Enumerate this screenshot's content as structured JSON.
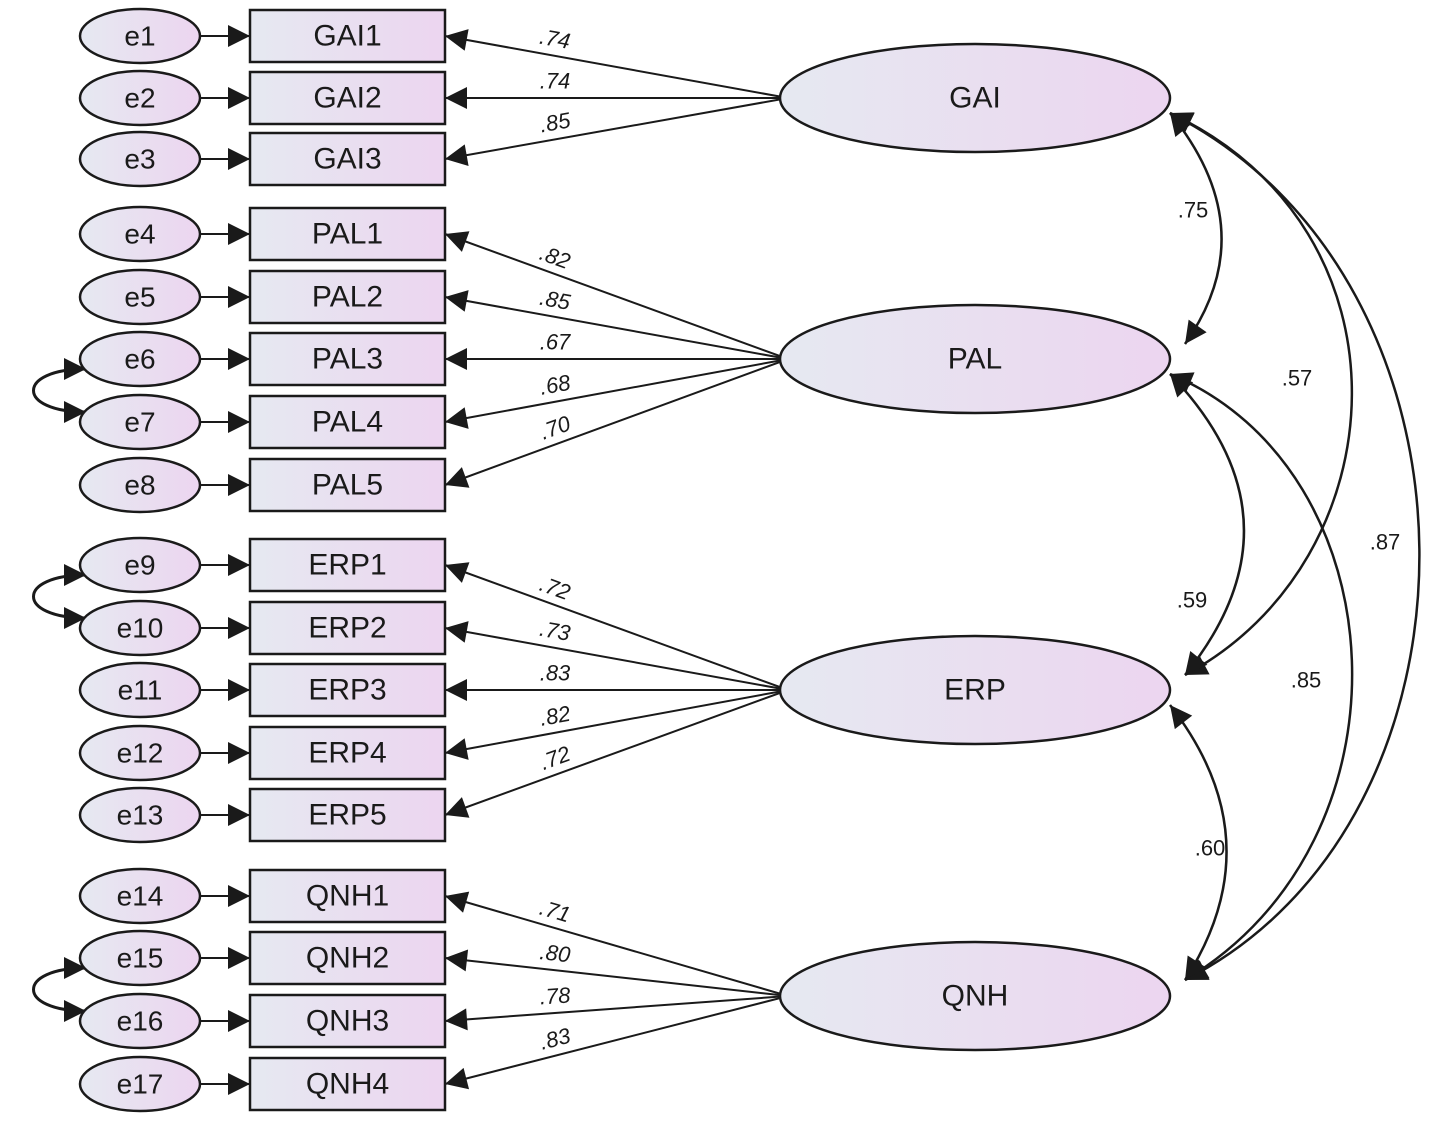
{
  "colors": {
    "fill_start": "#e6e9f1",
    "fill_end": "#ecd5f0",
    "stroke": "#1a1a1a"
  },
  "errors": [
    "e1",
    "e2",
    "e3",
    "e4",
    "e5",
    "e6",
    "e7",
    "e8",
    "e9",
    "e10",
    "e11",
    "e12",
    "e13",
    "e14",
    "e15",
    "e16",
    "e17"
  ],
  "indicators": [
    "GAI1",
    "GAI2",
    "GAI3",
    "PAL1",
    "PAL2",
    "PAL3",
    "PAL4",
    "PAL5",
    "ERP1",
    "ERP2",
    "ERP3",
    "ERP4",
    "ERP5",
    "QNH1",
    "QNH2",
    "QNH3",
    "QNH4"
  ],
  "latents": [
    {
      "name": "GAI",
      "loadings": [
        ".74",
        ".74",
        ".85"
      ]
    },
    {
      "name": "PAL",
      "loadings": [
        ".82",
        ".85",
        ".67",
        ".68",
        ".70"
      ]
    },
    {
      "name": "ERP",
      "loadings": [
        ".72",
        ".73",
        ".83",
        ".82",
        ".72"
      ]
    },
    {
      "name": "QNH",
      "loadings": [
        ".71",
        ".80",
        ".78",
        ".83"
      ]
    }
  ],
  "correlations": [
    {
      "from": "GAI",
      "to": "PAL",
      "value": ".75"
    },
    {
      "from": "GAI",
      "to": "ERP",
      "value": ".57"
    },
    {
      "from": "GAI",
      "to": "QNH",
      "value": ".87"
    },
    {
      "from": "PAL",
      "to": "ERP",
      "value": ".59"
    },
    {
      "from": "PAL",
      "to": "QNH",
      "value": ".85"
    },
    {
      "from": "ERP",
      "to": "QNH",
      "value": ".60"
    }
  ],
  "error_covariances": [
    {
      "between": [
        "e6",
        "e7"
      ]
    },
    {
      "between": [
        "e9",
        "e10"
      ]
    },
    {
      "between": [
        "e15",
        "e16"
      ]
    }
  ]
}
